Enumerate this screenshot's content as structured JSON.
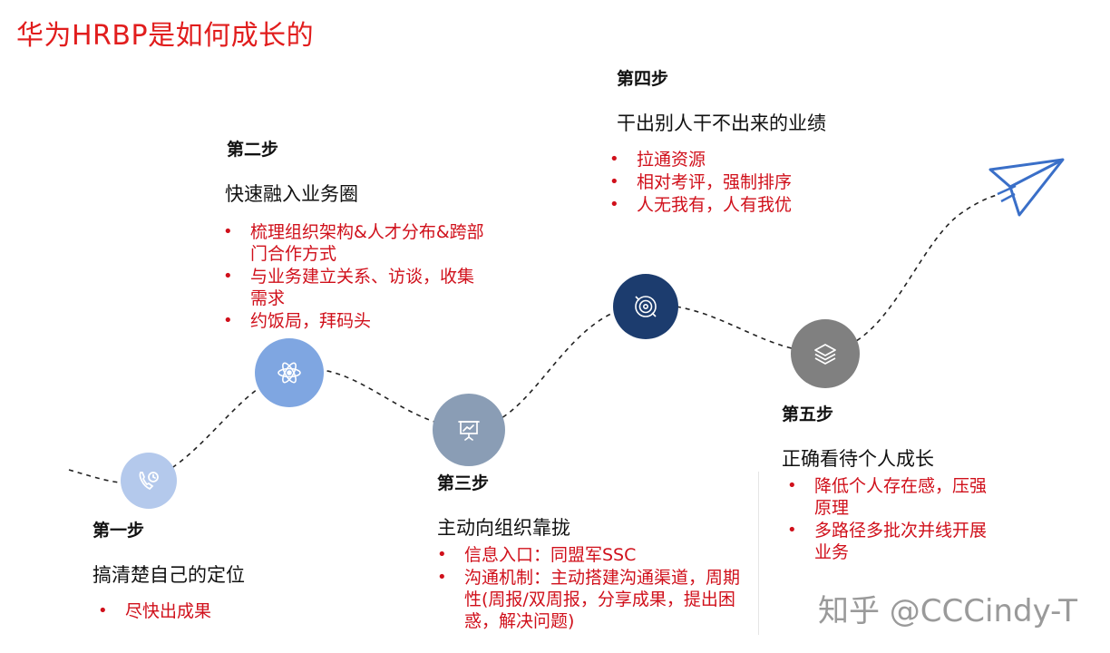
{
  "title": "华为HRBP是如何成长的",
  "watermark": "知乎 @CCCindy-T",
  "colors": {
    "title": "#e11d1d",
    "bullet_text": "#d0101b",
    "node1": "#b4c9ec",
    "node2": "#7fa6e1",
    "node3": "#8a9db5",
    "node4": "#1c3c6e",
    "node5": "#808080",
    "plane": "#3a6fc8"
  },
  "steps": [
    {
      "label": "第一步",
      "heading": "搞清楚自己的定位",
      "bullets": [
        "尽快出成果"
      ],
      "icon": "phone-clock-icon"
    },
    {
      "label": "第二步",
      "heading": "快速融入业务圈",
      "bullets": [
        "梳理组织架构&人才分布&跨部门合作方式",
        "与业务建立关系、访谈，收集需求",
        "约饭局，拜码头"
      ],
      "icon": "atom-icon"
    },
    {
      "label": "第三步",
      "heading": "主动向组织靠拢",
      "bullets": [
        "信息入口：同盟军SSC",
        "沟通机制：主动搭建沟通渠道，周期性(周报/双周报，分享成果，提出困惑，解决问题)"
      ],
      "icon": "presentation-icon"
    },
    {
      "label": "第四步",
      "heading": "干出别人干不出来的业绩",
      "bullets": [
        "拉通资源",
        "相对考评，强制排序",
        "人无我有，人有我优"
      ],
      "icon": "target-icon"
    },
    {
      "label": "第五步",
      "heading": "正确看待个人成长",
      "bullets": [
        "降低个人存在感，压强原理",
        "多路径多批次并线开展业务"
      ],
      "icon": "layers-icon"
    }
  ]
}
